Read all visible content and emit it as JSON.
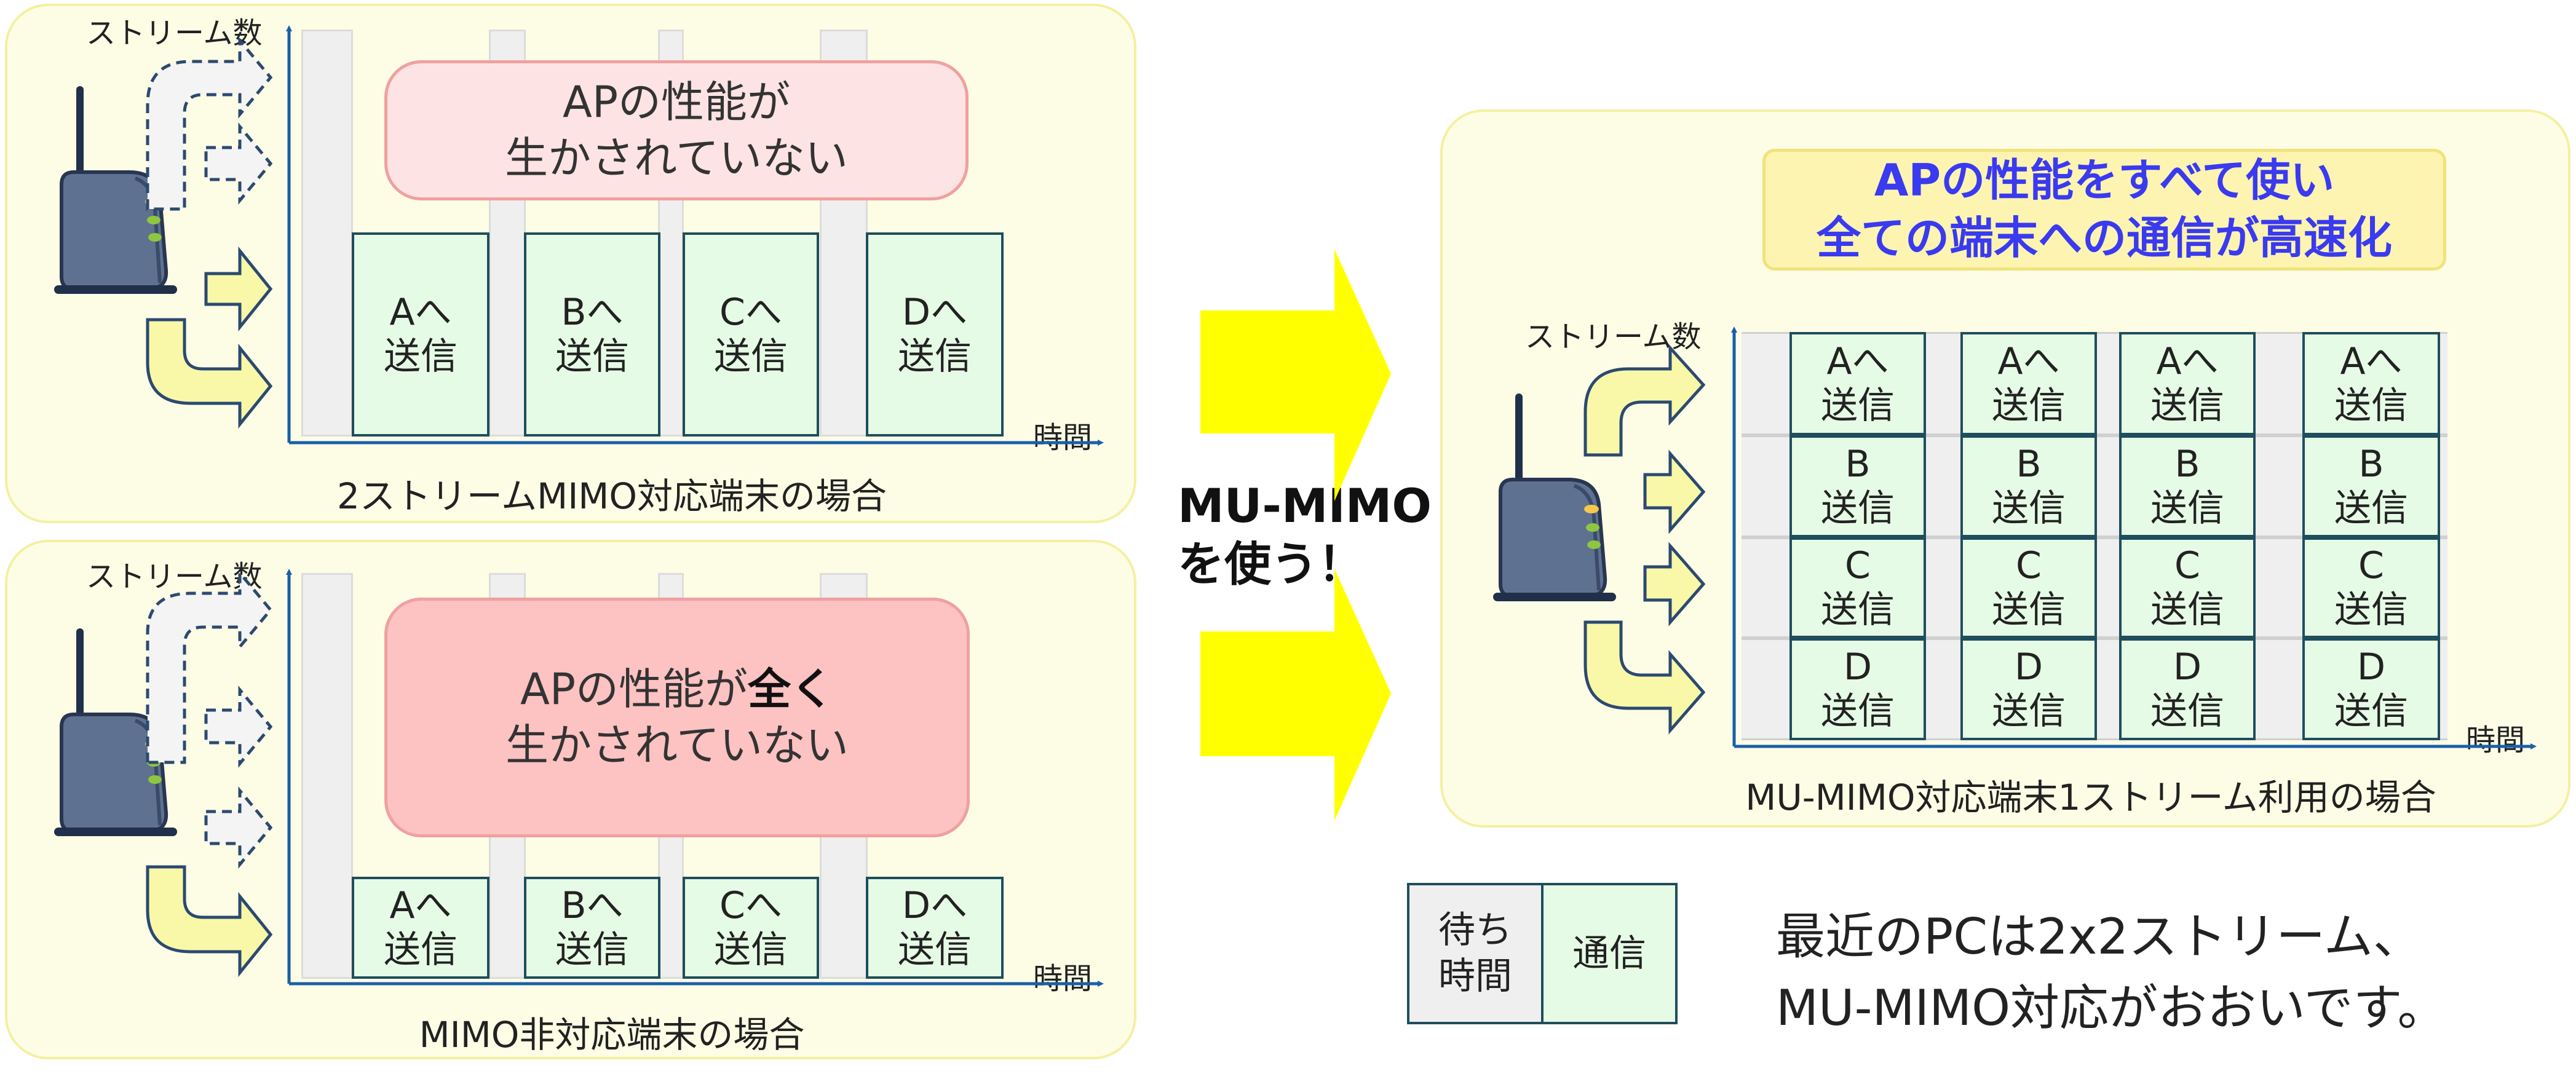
{
  "panel_top": {
    "axis_y": "ストリーム数",
    "axis_x": "時間",
    "caption": "2ストリームMIMO対応端末の場合",
    "message_line1": "APの性能が",
    "message_line2": "生かされていない",
    "boxes": [
      {
        "line1": "Aへ",
        "line2": "送信"
      },
      {
        "line1": "Bへ",
        "line2": "送信"
      },
      {
        "line1": "Cへ",
        "line2": "送信"
      },
      {
        "line1": "Dへ",
        "line2": "送信"
      }
    ]
  },
  "panel_bottom": {
    "axis_y": "ストリーム数",
    "axis_x": "時間",
    "caption": "MIMO非対応端末の場合",
    "message_pre": "APの性能が",
    "message_bold": "全く",
    "message_line2": "生かされていない",
    "boxes": [
      {
        "line1": "Aへ",
        "line2": "送信"
      },
      {
        "line1": "Bへ",
        "line2": "送信"
      },
      {
        "line1": "Cへ",
        "line2": "送信"
      },
      {
        "line1": "Dへ",
        "line2": "送信"
      }
    ]
  },
  "transition": {
    "line1": "MU-MIMO",
    "line2": "を使う！"
  },
  "panel_right": {
    "banner_line1": "APの性能をすべて使い",
    "banner_line2": "全ての端末への通信が高速化",
    "axis_y": "ストリーム数",
    "axis_x": "時間",
    "caption": "MU-MIMO対応端末1ストリーム利用の場合",
    "rows": [
      {
        "line1": "Aへ",
        "line2": "送信"
      },
      {
        "line1": "B",
        "line2": "送信"
      },
      {
        "line1": "C",
        "line2": "送信"
      },
      {
        "line1": "D",
        "line2": "送信"
      }
    ]
  },
  "legend": {
    "wait_line1": "待ち",
    "wait_line2": "時間",
    "comm": "通信"
  },
  "note": {
    "line1": "最近のPCは2x2ストリーム、",
    "line2": "MU-MIMO対応がおおいです。"
  },
  "colors": {
    "panel_bg": "#fdfde6",
    "comm_box": "#e6fbe6",
    "wait_box": "#efefef",
    "pink_light": "#fde3e3",
    "pink_strong": "#fdc2c2",
    "arrow_yellow": "#f8f8a8",
    "big_arrow": "#ffff00",
    "banner_text": "#3a3af0",
    "axis": "#1a5fa8"
  }
}
